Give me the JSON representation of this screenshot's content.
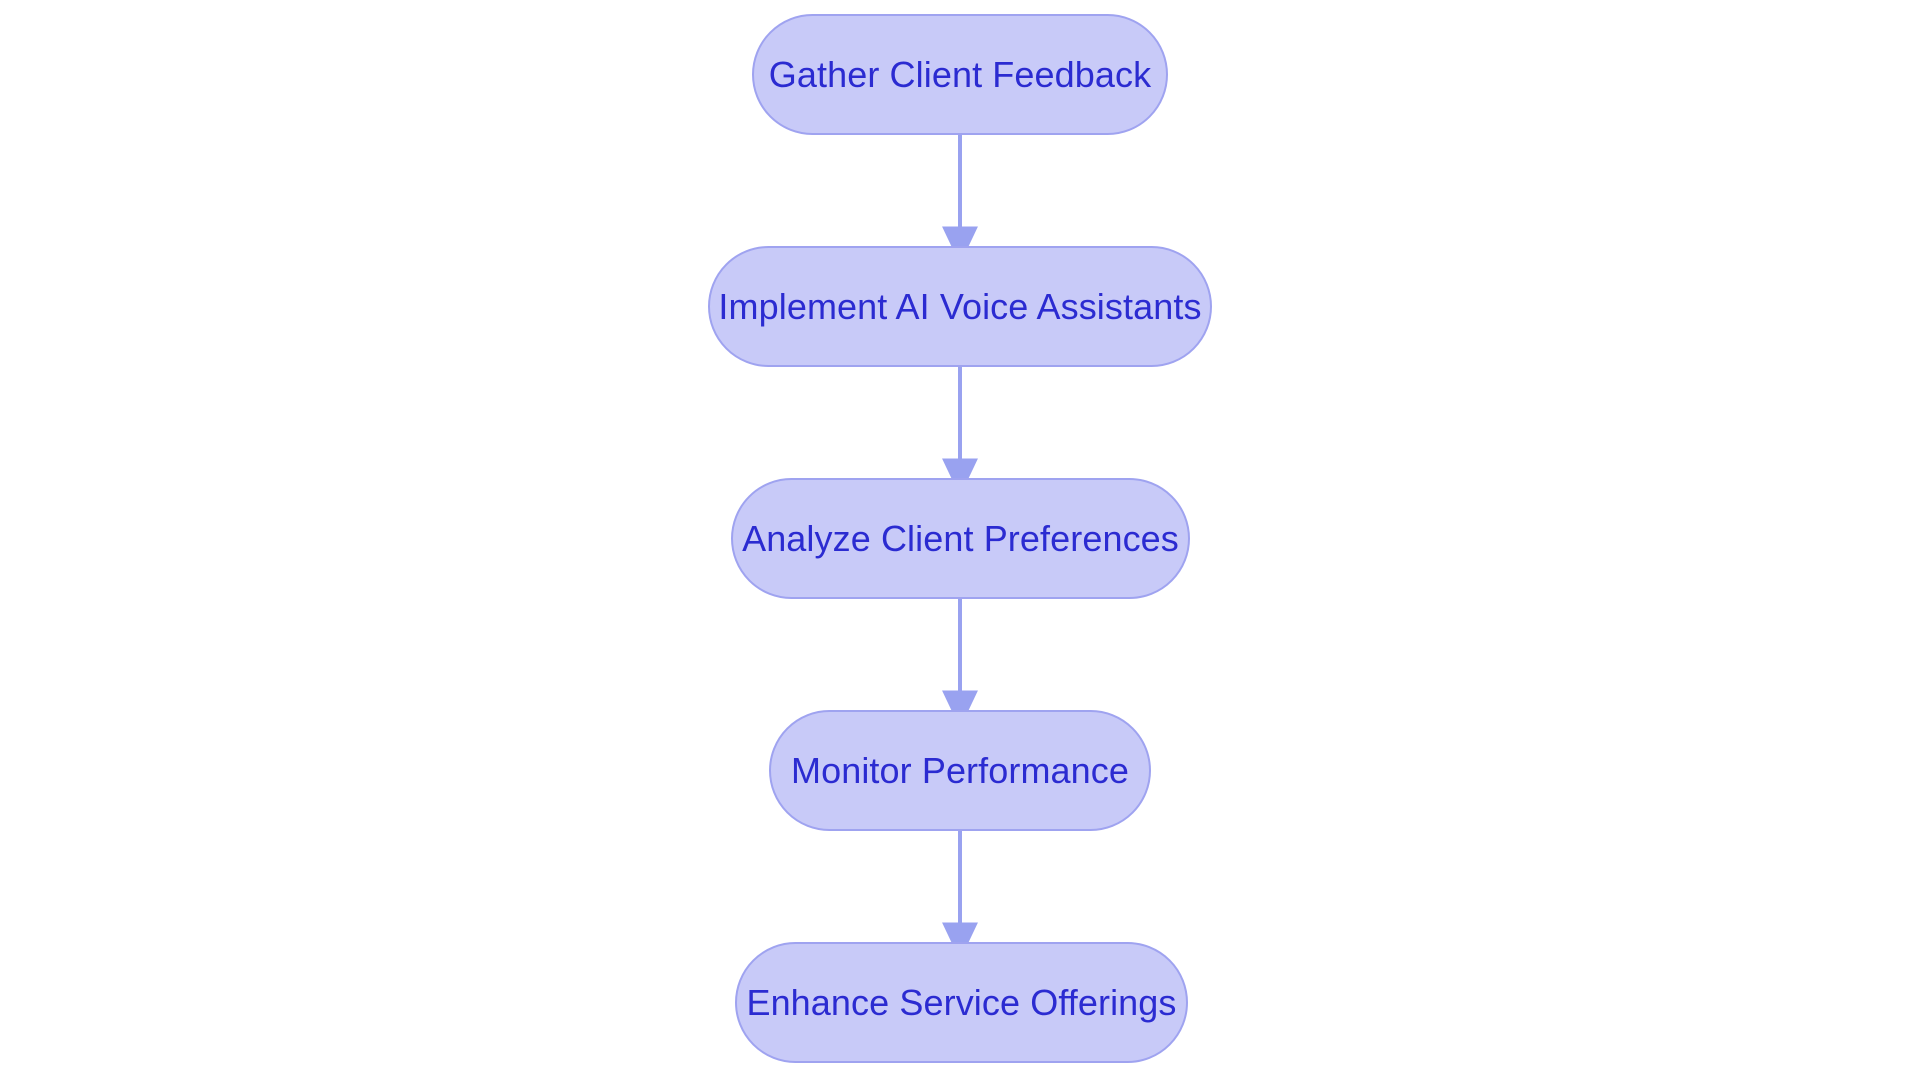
{
  "diagram": {
    "type": "flowchart",
    "orientation": "top-to-bottom",
    "background_color": "#ffffff",
    "node_fill_color": "#c8caf8",
    "node_border_color": "#9fa3f0",
    "node_text_color": "#2b2bd1",
    "edge_color": "#99a2f0",
    "nodes": [
      {
        "id": "n0",
        "label": "Gather Client Feedback"
      },
      {
        "id": "n1",
        "label": "Implement AI Voice Assistants"
      },
      {
        "id": "n2",
        "label": "Analyze Client Preferences"
      },
      {
        "id": "n3",
        "label": "Monitor Performance"
      },
      {
        "id": "n4",
        "label": "Enhance Service Offerings"
      }
    ],
    "edges": [
      {
        "id": "e0",
        "from": "n0",
        "to": "n1",
        "arrow": "down"
      },
      {
        "id": "e1",
        "from": "n1",
        "to": "n2",
        "arrow": "down"
      },
      {
        "id": "e2",
        "from": "n2",
        "to": "n3",
        "arrow": "down"
      },
      {
        "id": "e3",
        "from": "n3",
        "to": "n4",
        "arrow": "down"
      }
    ]
  }
}
